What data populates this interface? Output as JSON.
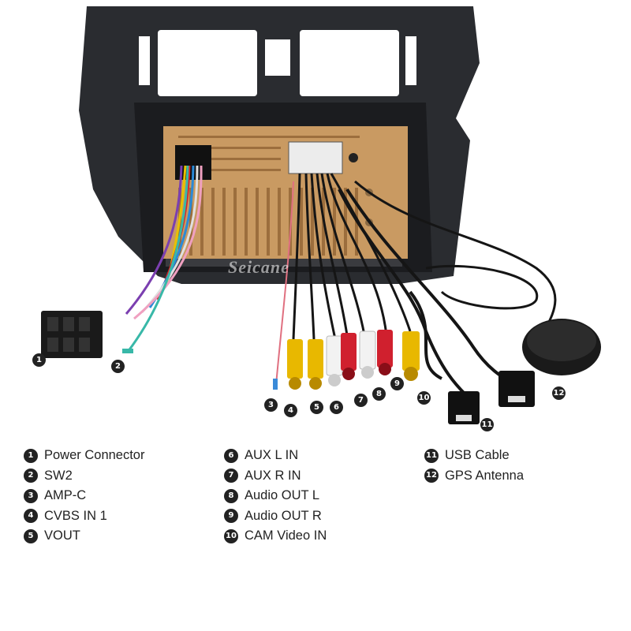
{
  "watermark": "Seicane",
  "callouts": [
    {
      "number": "1"
    },
    {
      "number": "2"
    },
    {
      "number": "3"
    },
    {
      "number": "4"
    },
    {
      "number": "5"
    },
    {
      "number": "6"
    },
    {
      "number": "7"
    },
    {
      "number": "8"
    },
    {
      "number": "9"
    },
    {
      "number": "10"
    },
    {
      "number": "11"
    },
    {
      "number": "12"
    }
  ],
  "legend": {
    "column1": [
      {
        "number": "1",
        "label": "Power Connector"
      },
      {
        "number": "2",
        "label": "SW2"
      },
      {
        "number": "3",
        "label": "AMP-C"
      },
      {
        "number": "4",
        "label": "CVBS IN 1"
      },
      {
        "number": "5",
        "label": "VOUT"
      }
    ],
    "column2": [
      {
        "number": "6",
        "label": "AUX L IN"
      },
      {
        "number": "7",
        "label": "AUX R IN"
      },
      {
        "number": "8",
        "label": "Audio OUT L"
      },
      {
        "number": "9",
        "label": "Audio OUT R"
      },
      {
        "number": "10",
        "label": "CAM Video IN"
      }
    ],
    "column3": [
      {
        "number": "11",
        "label": "USB Cable"
      },
      {
        "number": "12",
        "label": "GPS Antenna"
      }
    ]
  },
  "colors": {
    "frame": "#2a2c30",
    "unit_back": "#c99a62",
    "rca_yellow": "#e8b800",
    "rca_white": "#f2f2f2",
    "rca_red": "#d0202e",
    "cable": "#151515"
  }
}
